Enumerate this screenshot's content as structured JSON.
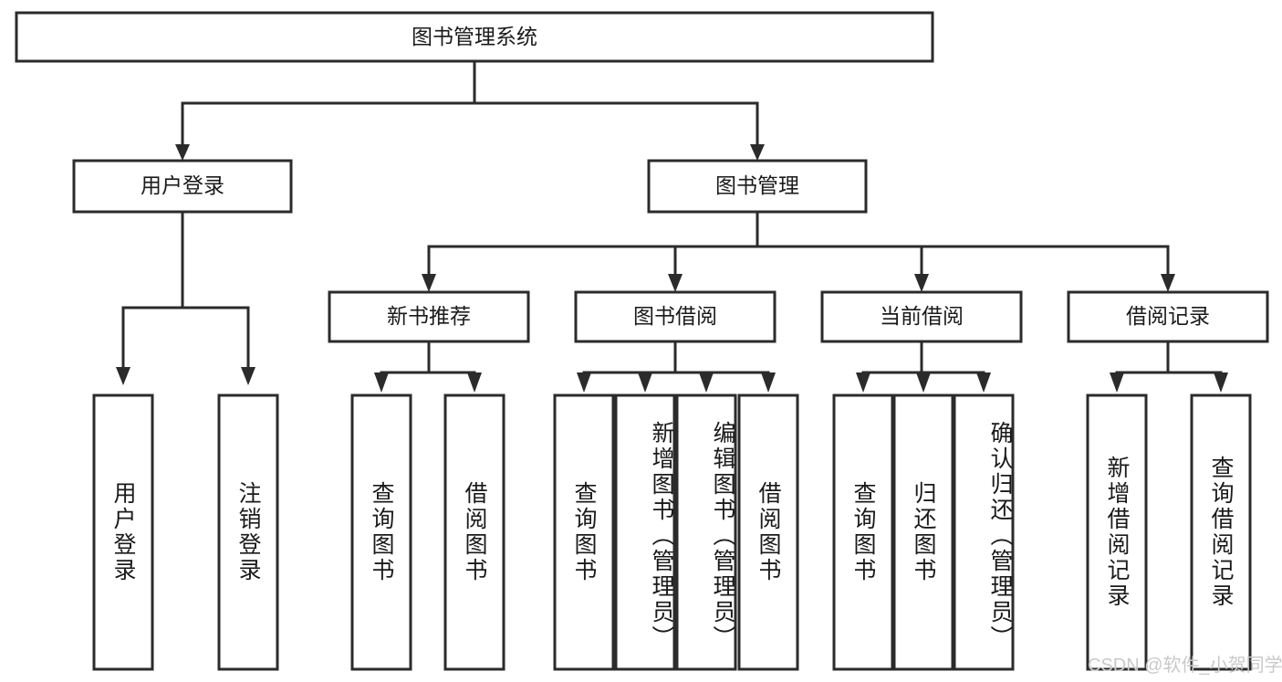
{
  "diagram": {
    "title": "图书管理系统",
    "type": "hierarchy-tree",
    "root": {
      "id": "root",
      "label": "图书管理系统"
    },
    "level1": [
      {
        "id": "user-login",
        "label": "用户登录"
      },
      {
        "id": "book-management",
        "label": "图书管理"
      }
    ],
    "level2": [
      {
        "id": "new-book-recommend",
        "label": "新书推荐",
        "parent": "book-management"
      },
      {
        "id": "book-borrow",
        "label": "图书借阅",
        "parent": "book-management"
      },
      {
        "id": "current-borrow",
        "label": "当前借阅",
        "parent": "book-management"
      },
      {
        "id": "borrow-record",
        "label": "借阅记录",
        "parent": "book-management"
      }
    ],
    "leaves": [
      {
        "id": "leaf-user-login",
        "label": "用户登录",
        "parent": "user-login"
      },
      {
        "id": "leaf-logout-login",
        "label": "注销登录",
        "parent": "user-login"
      },
      {
        "id": "leaf-query-book-1",
        "label": "查询图书",
        "parent": "new-book-recommend"
      },
      {
        "id": "leaf-borrow-book-1",
        "label": "借阅图书",
        "parent": "new-book-recommend"
      },
      {
        "id": "leaf-query-book-2",
        "label": "查询图书",
        "parent": "book-borrow"
      },
      {
        "id": "leaf-add-book",
        "label": "新增图书（管理员）",
        "parent": "book-borrow"
      },
      {
        "id": "leaf-edit-book",
        "label": "编辑图书（管理员）",
        "parent": "book-borrow"
      },
      {
        "id": "leaf-borrow-book-2",
        "label": "借阅图书",
        "parent": "book-borrow"
      },
      {
        "id": "leaf-query-book-3",
        "label": "查询图书",
        "parent": "current-borrow"
      },
      {
        "id": "leaf-return-book",
        "label": "归还图书",
        "parent": "current-borrow"
      },
      {
        "id": "leaf-confirm-return",
        "label": "确认归还（管理员）",
        "parent": "current-borrow"
      },
      {
        "id": "leaf-add-record",
        "label": "新增借阅记录",
        "parent": "borrow-record"
      },
      {
        "id": "leaf-query-record",
        "label": "查询借阅记录",
        "parent": "borrow-record"
      }
    ],
    "colors": {
      "stroke": "#2b2b2b",
      "fill": "#ffffff",
      "text": "#1a1a1a",
      "watermark": "#c9c9c9",
      "background": "#ffffff"
    }
  },
  "watermark": {
    "text": "CSDN @软件_小贺同学"
  }
}
